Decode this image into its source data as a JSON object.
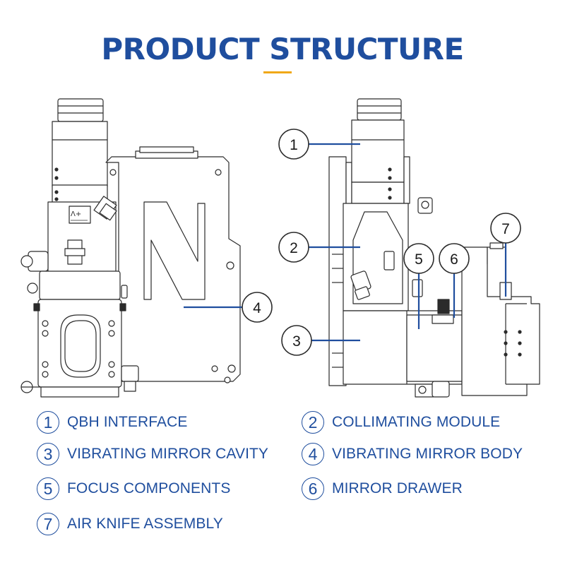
{
  "header": {
    "title": "PRODUCT STRUCTURE",
    "accent_color": "#f0a818",
    "title_color": "#1f4e9e"
  },
  "callouts": [
    "1",
    "2",
    "3",
    "4",
    "5",
    "6",
    "7"
  ],
  "legend": [
    {
      "num": "1",
      "label": "QBH INTERFACE"
    },
    {
      "num": "2",
      "label": "COLLIMATING MODULE"
    },
    {
      "num": "3",
      "label": "VIBRATING MIRROR CAVITY"
    },
    {
      "num": "4",
      "label": "VIBRATING MIRROR BODY"
    },
    {
      "num": "5",
      "label": "FOCUS COMPONENTS"
    },
    {
      "num": "6",
      "label": "MIRROR DRAWER"
    },
    {
      "num": "7",
      "label": "AIR KNIFE ASSEMBLY"
    }
  ],
  "line_color": "#2b2b2b",
  "leader_color": "#1f4e9e"
}
